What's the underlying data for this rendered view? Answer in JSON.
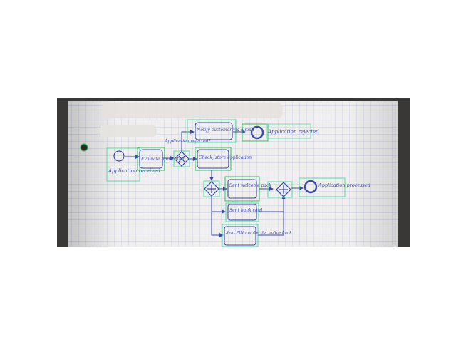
{
  "diagram": {
    "paper_color": "#f1efed",
    "grid_color": "#b9c6d9",
    "ink_color": "#3a4aa8",
    "overlay_color": "#49e0a8",
    "overlay_green": "#2fbf5a",
    "labels": {
      "start_event": "Application received",
      "evaluate_task": "Evaluate application",
      "gateway_condition": "Application rejected?",
      "notify_task": "Notify customer via e-mail",
      "end_rejected": "Application rejected",
      "check_task": "Check, store application",
      "task_a": "Sent welcome pack",
      "task_b": "Sent bank card",
      "task_c": "Sent PIN number for online bank",
      "end_processed": "Application processed"
    }
  }
}
